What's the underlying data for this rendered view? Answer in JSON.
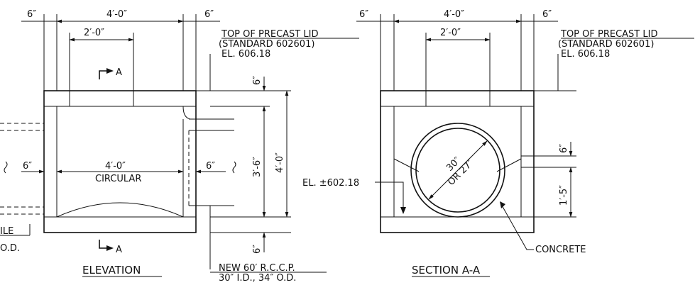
{
  "elevation": {
    "dims": {
      "top_left": "6″",
      "top_mid": "4′-0″",
      "top_right": "6″",
      "inner": "2′-0″",
      "side_left": "6″",
      "center": "4′-0″",
      "side_right": "6″",
      "top_small": "6″",
      "height_inner": "3′-6″",
      "height_outer": "4′-0″",
      "bottom_small": "6″"
    },
    "circular": "CIRCULAR",
    "section_marker": "A",
    "lid": {
      "line1": "TOP OF PRECAST LID",
      "line2": "(STANDARD 602601)",
      "line3": "EL. 606.18"
    },
    "pipe_left": {
      "line1": "ILE",
      "line2": "O.D."
    },
    "new_pipe": {
      "line1": "NEW 60′ R.C.C.P.",
      "line2": "30″ I.D., 34″ O.D."
    },
    "title": "ELEVATION"
  },
  "section": {
    "dims": {
      "top_left": "6″",
      "top_mid": "4′-0″",
      "top_right": "6″",
      "inner": "2′-0″",
      "side_top": "6″",
      "side_low": "1′-5″"
    },
    "lid": {
      "line1": "TOP OF PRECAST LID",
      "line2": "(STANDARD 602601)",
      "line3": "EL. 606.18"
    },
    "el_label": "EL. ±602.18",
    "pipe_line1": "30″",
    "pipe_line2": "OR 27″",
    "concrete": "CONCRETE",
    "title": "SECTION A-A"
  }
}
